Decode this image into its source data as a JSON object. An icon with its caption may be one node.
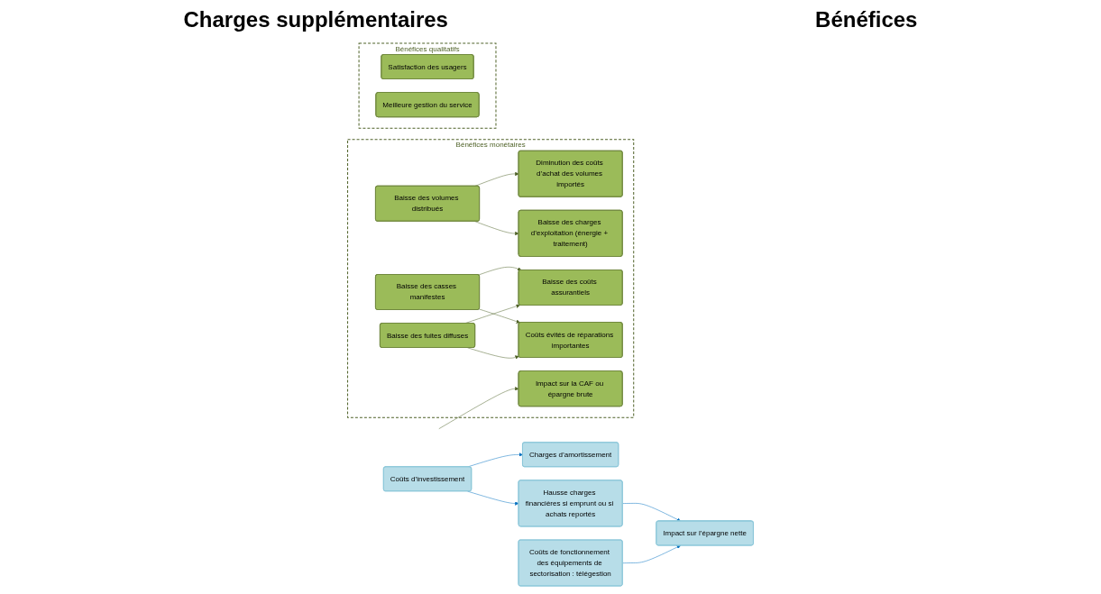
{
  "diagram": {
    "nodes": [
      {
        "text": [
          "Coûts d’investissement"
        ]
      },
      {
        "text": [
          "Charges d’amortissement"
        ]
      },
      {
        "text": [
          "Hausse charges financières si emprunt ou si achats reportés"
        ]
      },
      {
        "text": [
          "Coûts de fonctionnement des équipements de sectorisation : télégestion"
        ]
      },
      {
        "text": [
          "Impact sur l’épargne nette"
        ]
      },
      {
        "text": [
          "Bénéfices monétaires"
        ]
      },
      {
        "text": [
          "Baisse des volumes distribués"
        ],
        "in": 5
      },
      {
        "text": [
          "Diminution des coûts d’achat des volumes importés"
        ],
        "in": 5
      },
      {
        "text": [
          "Baisse des charges d’exploitation (énergie + traitement)"
        ],
        "in": 5
      },
      {
        "text": [
          "Baisse des casses manifestes"
        ],
        "in": 5
      },
      {
        "text": [
          "Baisse des fuites diffuses"
        ],
        "in": 5
      },
      {
        "text": [
          "Baisse des coûts assurantiels"
        ],
        "in": 5
      },
      {
        "text": [
          "Coûts évités de réparations importantes"
        ],
        "in": 5
      },
      {
        "text": [
          "Impact sur la CAF ou épargne brute"
        ],
        "in": 5
      },
      {
        "text": [
          "Bénéfices qualitatifs"
        ]
      },
      {
        "text": [
          "Satisfaction des usagers"
        ],
        "in": 14
      },
      {
        "text": [
          "Meilleure gestion du service"
        ],
        "in": 14
      }
    ],
    "edges": [
      {
        "from": 0,
        "to": 1,
        "arrow": "to",
        "color": "#0070c0"
      },
      {
        "from": 0,
        "to": 2,
        "arrow": "to",
        "color": "#0070c0"
      },
      {
        "from": 2,
        "to": 4,
        "arrow": "to",
        "color": "#0070c0"
      },
      {
        "from": 3,
        "to": 4,
        "arrow": "to",
        "color": "#0070c0"
      },
      {
        "from": 6,
        "to": 7,
        "arrow": "to"
      },
      {
        "from": 6,
        "to": 8,
        "arrow": "to"
      },
      {
        "from": 9,
        "to": 11,
        "arrow": "to"
      },
      {
        "from": 9,
        "to": 12,
        "arrow": "to"
      },
      {
        "from": 10,
        "to": 11,
        "arrow": "to"
      },
      {
        "from": 10,
        "to": 12,
        "arrow": "to"
      },
      {
        "from": null,
        "to": 13,
        "arrow": "to"
      }
    ],
    "labels": [
      "Charges supplémentaires",
      "Bénéfices"
    ]
  }
}
